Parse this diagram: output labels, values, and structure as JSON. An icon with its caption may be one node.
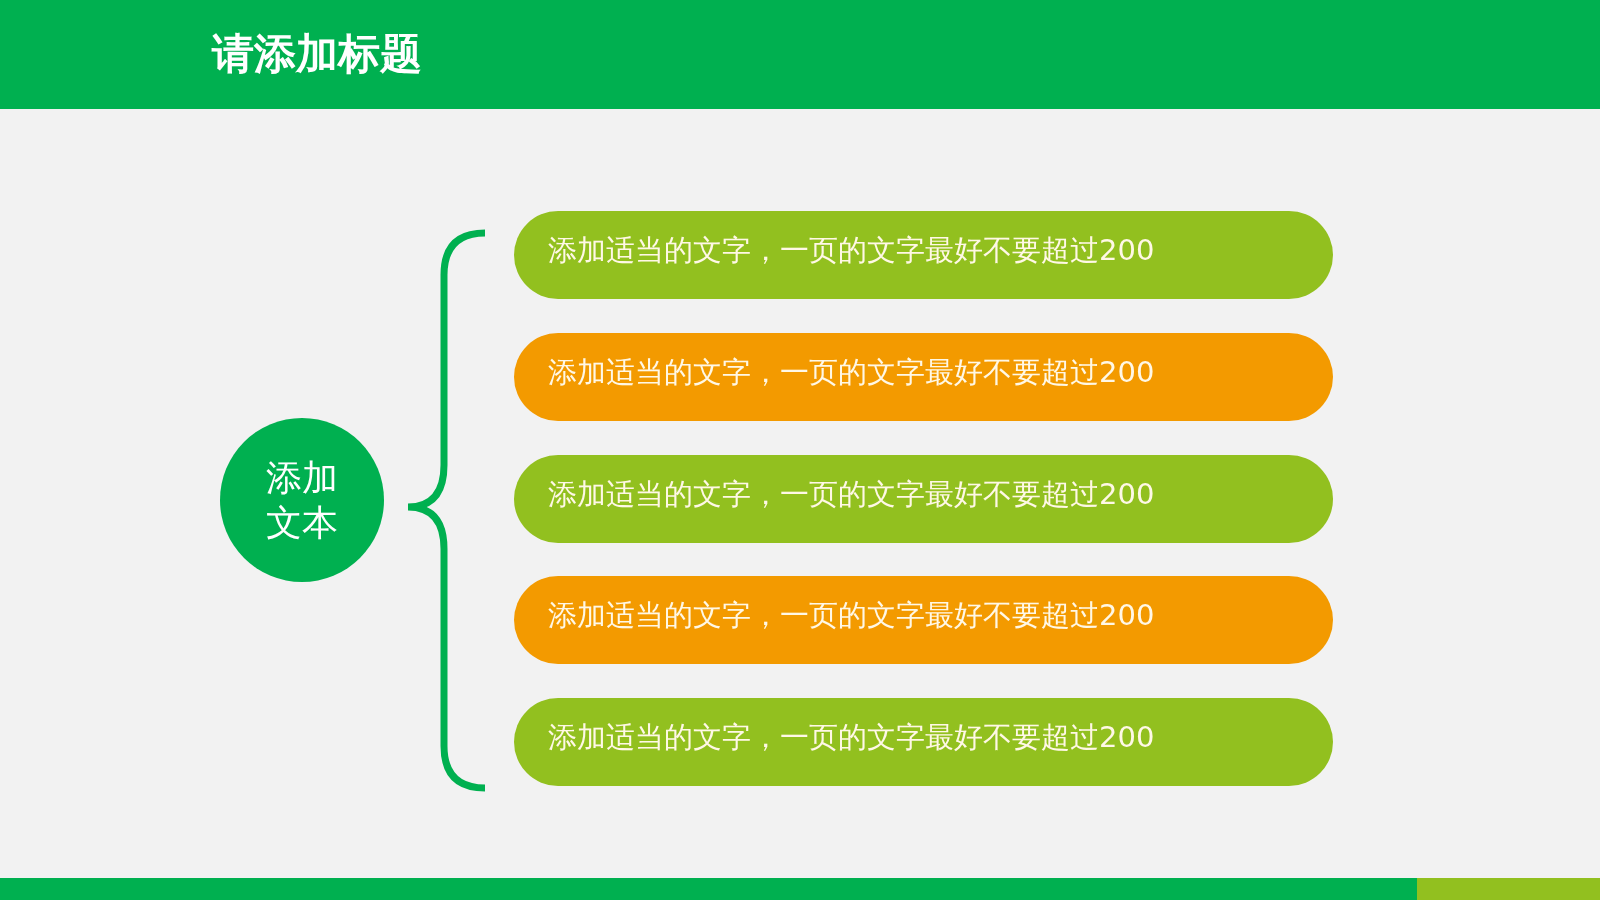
{
  "diagram": {
    "title": "请添加标题",
    "nodes": [
      {
        "text": [
          "添加文本"
        ]
      },
      {
        "text": [
          "添加适当的文字，一页的文字最好不要超过200"
        ]
      },
      {
        "text": [
          "添加适当的文字，一页的文字最好不要超过200"
        ]
      },
      {
        "text": [
          "添加适当的文字，一页的文字最好不要超过200"
        ]
      },
      {
        "text": [
          "添加适当的文字，一页的文字最好不要超过200"
        ]
      },
      {
        "text": [
          "添加适当的文字，一页的文字最好不要超过200"
        ]
      }
    ]
  }
}
